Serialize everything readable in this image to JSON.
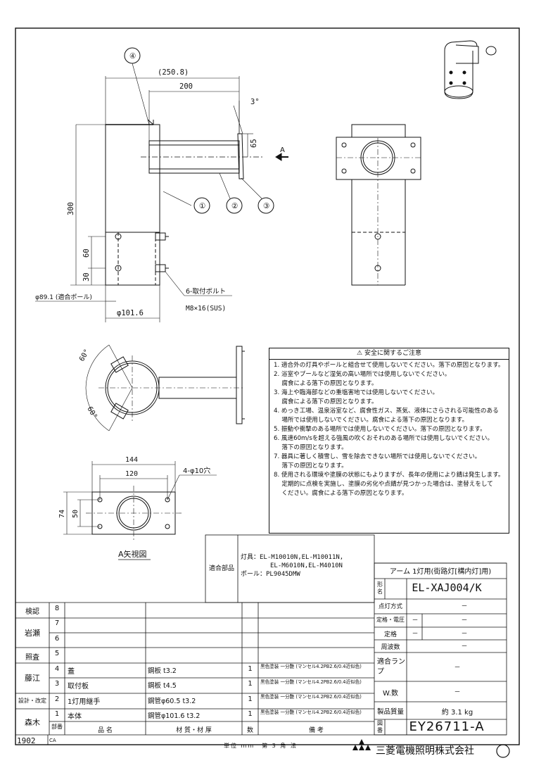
{
  "callouts": [
    "①",
    "②",
    "③",
    "④"
  ],
  "dims": {
    "d250": "(250.8)",
    "d200": "200",
    "d3": "3°",
    "d65": "65",
    "d300": "300",
    "d60": "60",
    "d30": "30",
    "dia89": "φ89.1 (適合ポール)",
    "dia101": "φ101.6",
    "bolt1": "6-取付ボルト",
    "bolt2": "M8×16(SUS)",
    "arrowA": "A",
    "ang1": "60°",
    "ang2": "60°",
    "d144": "144",
    "d120": "120",
    "hole": "4-φ10穴",
    "d74": "74",
    "d50": "50",
    "viewA": "A矢視図"
  },
  "safety": {
    "title": "安全に関するご注意",
    "items": [
      "1. 適合外の灯具やポールと組合せて使用しないでください。落下の原因となります。",
      "2. 浴室やプールなど湿気の高い場所では使用しないでください。",
      "　 腐食による落下の原因となります。",
      "3. 海上や臨海部などの重塩害地では使用しないでください。",
      "　 腐食による落下の原因となります。",
      "4. めっき工場、温泉浴室など、腐食性ガス、蒸気、液体にさらされる可能性のある",
      "　 場所では使用しないでください。腐食による落下の原因となります。",
      "5. 振動や衝撃のある場所では使用しないでください。落下の原因となります。",
      "6. 風速60m/sを超える強風の吹くおそれのある場所では使用しないでください。",
      "　 落下の原因となります。",
      "7. 器具に著しく積雪し、雪を除去できない場所では使用しないでください。",
      "　 落下の原因となります。",
      "8. 使用される環境や塗膜の状態にもよりますが、長年の使用により錆は発生します。",
      "　 定期的に点検を実施し、塗膜の劣化や点錆が見つかった場合は、塗替えをして",
      "　 ください。腐食による落下の原因となります。"
    ]
  },
  "compat": {
    "label": "適合部品",
    "lamp_label": "灯具",
    "lamp1": "：EL-M10010N,EL-M10011N,",
    "lamp2": "EL-M6010N,EL-M4010N",
    "pole_label": "ポール",
    "pole": "：PL9045DMW"
  },
  "title_block": {
    "product": "アーム 1灯用(街路灯[構内灯]用)",
    "model_label": "形名",
    "model": "EL-XAJ004/K",
    "rows": [
      {
        "label": "点灯方式",
        "v1": "",
        "v2": "－"
      },
      {
        "label": "定格・電圧",
        "v1": "－",
        "v2": "－"
      },
      {
        "label": "定格",
        "v1": "－",
        "v2": "－"
      },
      {
        "label": "周波数",
        "v1": "",
        "v2": "－"
      },
      {
        "label": "適合ランプ",
        "v1": "",
        "v2": "－"
      },
      {
        "label": "W.数",
        "v1": "",
        "v2": "－"
      },
      {
        "label": "製品質量",
        "v1": "",
        "v2": "約 3.1 kg"
      }
    ],
    "drawing_label": "図番",
    "drawing_no": "EY26711-A",
    "company": "三菱電機照明株式会社",
    "units": "単位 mm　第 3 角 法"
  },
  "approvals": [
    {
      "role": "検認",
      "name": ""
    },
    {
      "role": "",
      "name": "岩瀬"
    },
    {
      "role": "照査",
      "name": ""
    },
    {
      "role": "",
      "name": "藤江"
    },
    {
      "role": "設計・改定",
      "name": ""
    },
    {
      "role": "",
      "name": "森木"
    }
  ],
  "date": "1902",
  "date_suffix": "CA",
  "parts_header": {
    "no": "部番",
    "name": "品 名",
    "material": "材 質・材 厚",
    "qty": "数",
    "remarks": "備 考"
  },
  "parts": [
    {
      "no": "8",
      "name": "",
      "material": "",
      "qty": "",
      "remarks": ""
    },
    {
      "no": "7",
      "name": "",
      "material": "",
      "qty": "",
      "remarks": ""
    },
    {
      "no": "6",
      "name": "",
      "material": "",
      "qty": "",
      "remarks": ""
    },
    {
      "no": "5",
      "name": "",
      "material": "",
      "qty": "",
      "remarks": ""
    },
    {
      "no": "4",
      "name": "蓋",
      "material": "鋼板 t3.2",
      "qty": "1",
      "remarks": "黒色塗装 一分艶 (マンセル4.2PB2.6/0.4近似色)"
    },
    {
      "no": "3",
      "name": "取付板",
      "material": "鋼板 t4.5",
      "qty": "1",
      "remarks": "黒色塗装 一分艶 (マンセル4.2PB2.6/0.4近似色)"
    },
    {
      "no": "2",
      "name": "1灯用継手",
      "material": "鋼管φ60.5 t3.2",
      "qty": "1",
      "remarks": "黒色塗装 一分艶 (マンセル4.2PB2.6/0.4近似色)"
    },
    {
      "no": "1",
      "name": "本体",
      "material": "鋼管φ101.6 t3.2",
      "qty": "1",
      "remarks": "黒色塗装 一分艶 (マンセル4.2PB2.6/0.4近似色)"
    }
  ]
}
